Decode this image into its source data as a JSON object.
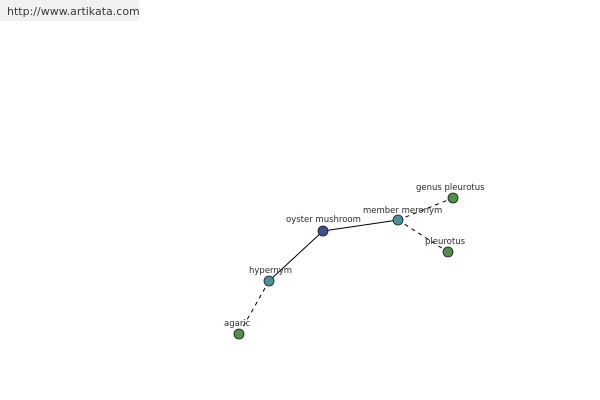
{
  "header": {
    "url": "http://www.artikata.com"
  },
  "graph": {
    "nodes": {
      "center": {
        "label": "oyster mushroom",
        "color": "#3a4f8f"
      },
      "member_meronym": {
        "label": "member meronym",
        "color": "#4a9098"
      },
      "genus_pleurotus": {
        "label": "genus pleurotus",
        "color": "#4f8f4a"
      },
      "pleurotus": {
        "label": "pleurotus",
        "color": "#4f8f4a"
      },
      "hypernym": {
        "label": "hypernym",
        "color": "#4a9098"
      },
      "agaric": {
        "label": "agaric",
        "color": "#4f8f4a"
      }
    }
  }
}
